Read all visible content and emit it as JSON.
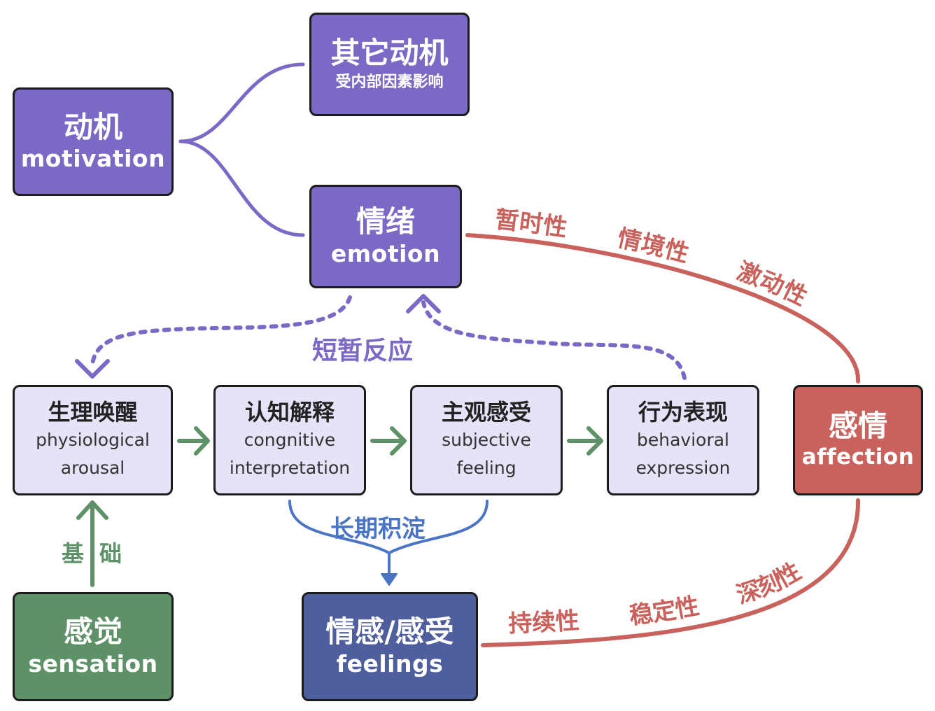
{
  "nodes": {
    "motivation": {
      "zh": "动机",
      "en": "motivation"
    },
    "other_motivation": {
      "zh": "其它动机",
      "sub": "受内部因素影响"
    },
    "emotion": {
      "zh": "情绪",
      "en": "emotion"
    },
    "physiological": {
      "zh": "生理唤醒",
      "en1": "physiological",
      "en2": "arousal"
    },
    "cognitive": {
      "zh": "认知解释",
      "en1": "congnitive",
      "en2": "interpretation"
    },
    "subjective": {
      "zh": "主观感受",
      "en1": "subjective",
      "en2": "feeling"
    },
    "behavioral": {
      "zh": "行为表现",
      "en1": "behavioral",
      "en2": "expression"
    },
    "affection": {
      "zh": "感情",
      "en": "affection"
    },
    "sensation": {
      "zh": "感觉",
      "en": "sensation"
    },
    "feelings": {
      "zh": "情感/感受",
      "en": "feelings"
    }
  },
  "labels": {
    "short_reaction": "短暂反应",
    "long_term": "长期积淀",
    "basis_1": "基",
    "basis_2": "础",
    "temporary": "暂时性",
    "situational": "情境性",
    "impulsive": "激动性",
    "persistent": "持续性",
    "stable": "稳定性",
    "profound": "深刻性"
  },
  "colors": {
    "purple": "#7c68c5",
    "lavender": "#e6e2f8",
    "red": "#c9625d",
    "green": "#5f9168",
    "navy": "#4f5f9e",
    "blue": "#4a74c4"
  }
}
